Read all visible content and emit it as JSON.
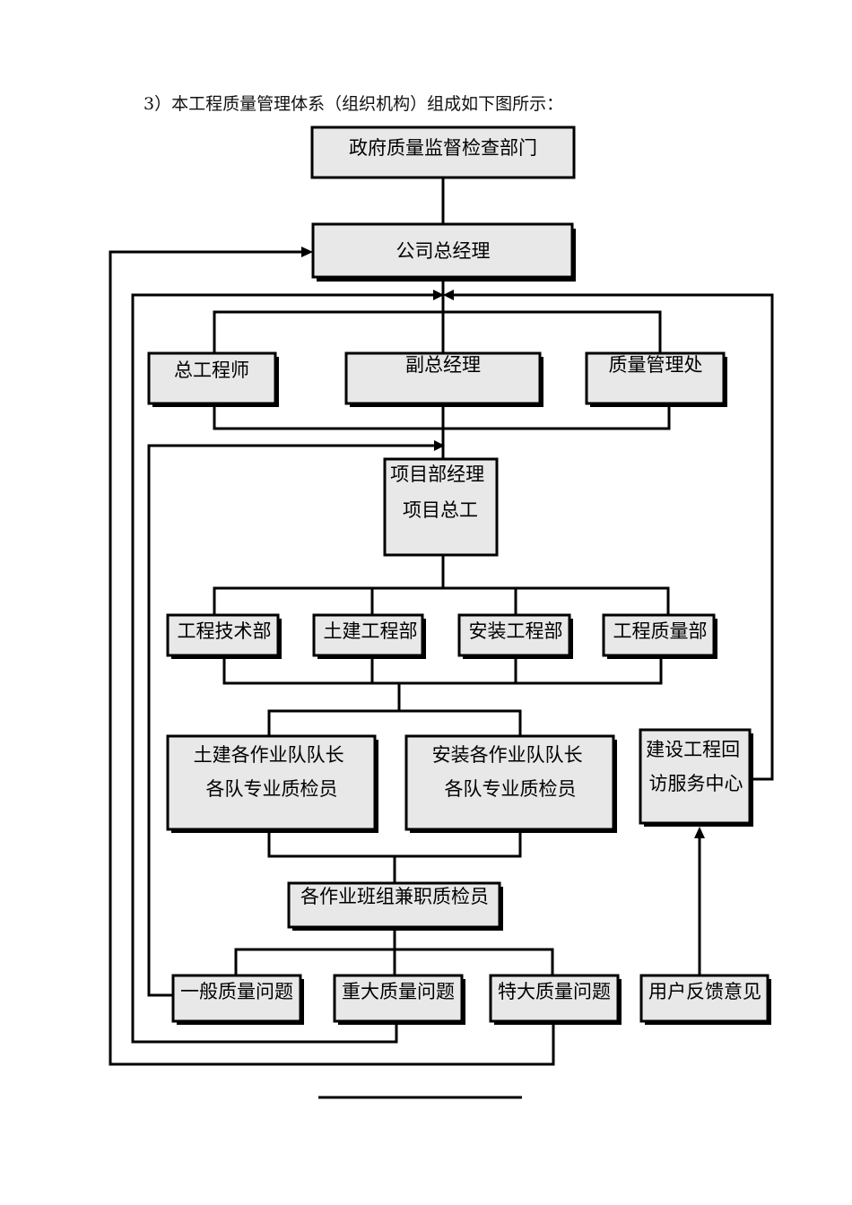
{
  "caption": "3）本工程质量管理体系（组织机构）组成如下图所示：",
  "nodes": {
    "gov": [
      "政府质量监督检查部门"
    ],
    "ceo": [
      "公司总经理"
    ],
    "chief_engineer": [
      "总工程师"
    ],
    "vice_gm": [
      "副总经理"
    ],
    "quality_office": [
      "质量管理处"
    ],
    "project_manager": [
      "项目部经理",
      "项目总工"
    ],
    "tech_dept": [
      "工程技术部"
    ],
    "civil_dept": [
      "土建工程部"
    ],
    "install_dept": [
      "安装工程部"
    ],
    "quality_dept": [
      "工程质量部"
    ],
    "civil_teams": [
      "土建各作业队队长",
      "各队专业质检员"
    ],
    "install_teams": [
      "安装各作业队队长",
      "各队专业质检员"
    ],
    "revisit_center": [
      "建设工程回",
      "访服务中心"
    ],
    "team_inspectors": [
      "各作业班组兼职质检员"
    ],
    "general_issue": [
      "一般质量问题"
    ],
    "major_issue": [
      "重大质量问题"
    ],
    "critical_issue": [
      "特大质量问题"
    ],
    "user_feedback": [
      "用户反馈意见"
    ]
  }
}
